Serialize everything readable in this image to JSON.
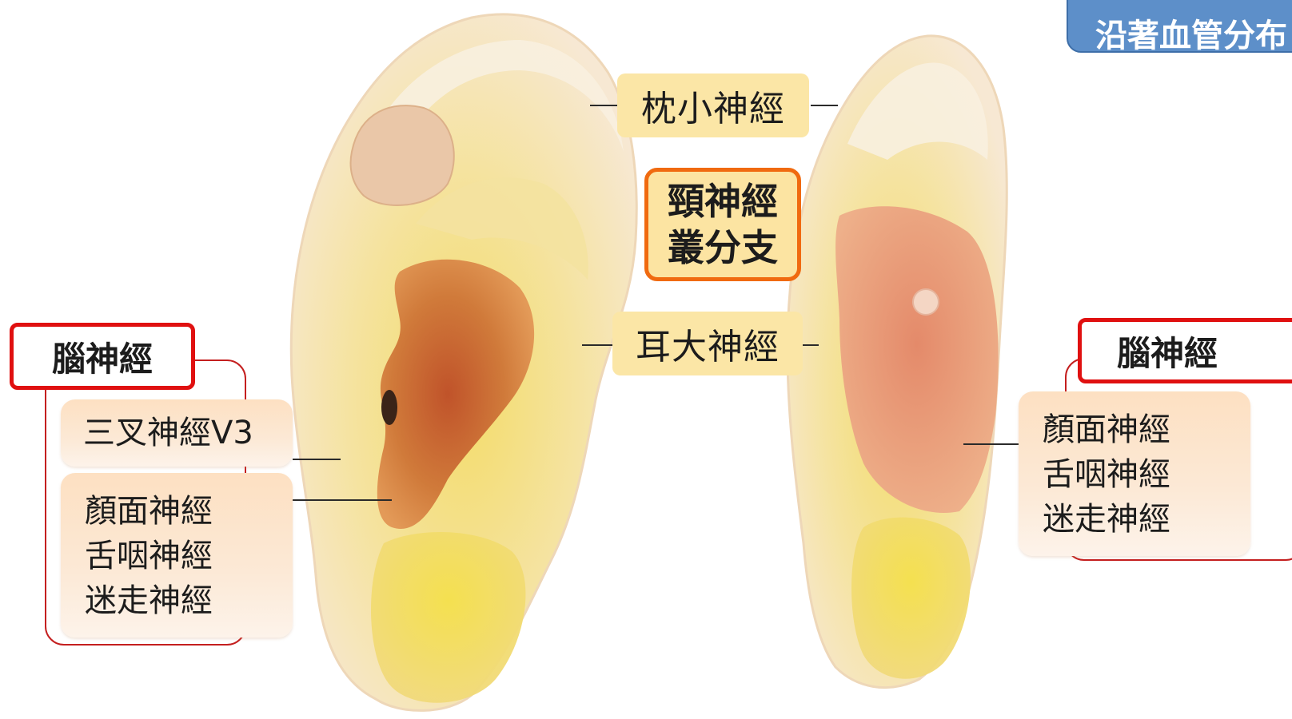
{
  "top_tab": "沿著血管分布",
  "labels": {
    "lesser_occipital": "枕小神經",
    "cervical_plexus": [
      "頸神經",
      "叢分支"
    ],
    "great_auricular": "耳大神經"
  },
  "left_group": {
    "title": "腦神經",
    "trigeminal": "三叉神經V3",
    "nerves": [
      "顏面神經",
      "舌咽神經",
      "迷走神經"
    ]
  },
  "right_group": {
    "title": "腦神經",
    "nerves": [
      "顏面神經",
      "舌咽神經",
      "迷走神經"
    ]
  },
  "colors": {
    "accent_red": "#e01010",
    "accent_orange": "#f06a10",
    "tab_blue": "#5d8fc9",
    "label_fill": "#fbe6a6",
    "ear_yellow": "#f2dc5a",
    "ear_orange": "#c8642c"
  }
}
